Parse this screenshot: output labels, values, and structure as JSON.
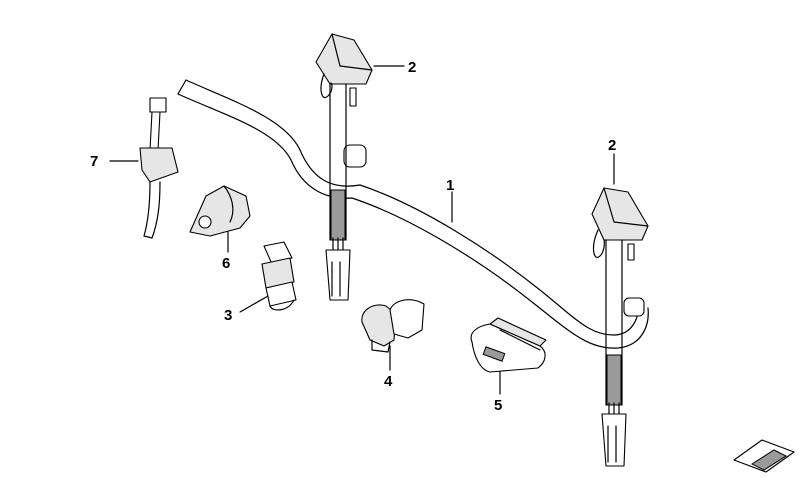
{
  "diagram": {
    "callouts": [
      {
        "id": "c1",
        "label": "1"
      },
      {
        "id": "c2a",
        "label": "2"
      },
      {
        "id": "c2b",
        "label": "2"
      },
      {
        "id": "c3",
        "label": "3"
      },
      {
        "id": "c4",
        "label": "4"
      },
      {
        "id": "c5",
        "label": "5"
      },
      {
        "id": "c6",
        "label": "6"
      },
      {
        "id": "c7",
        "label": "7"
      }
    ],
    "parts": [
      "wiring-harness",
      "washer-nozzle",
      "washer-nozzle",
      "hose-clip",
      "double-clip",
      "holder-sleeve",
      "clamp-bracket",
      "cable-tie-holder"
    ],
    "icons": [
      "wedge-symbol-icon"
    ]
  }
}
